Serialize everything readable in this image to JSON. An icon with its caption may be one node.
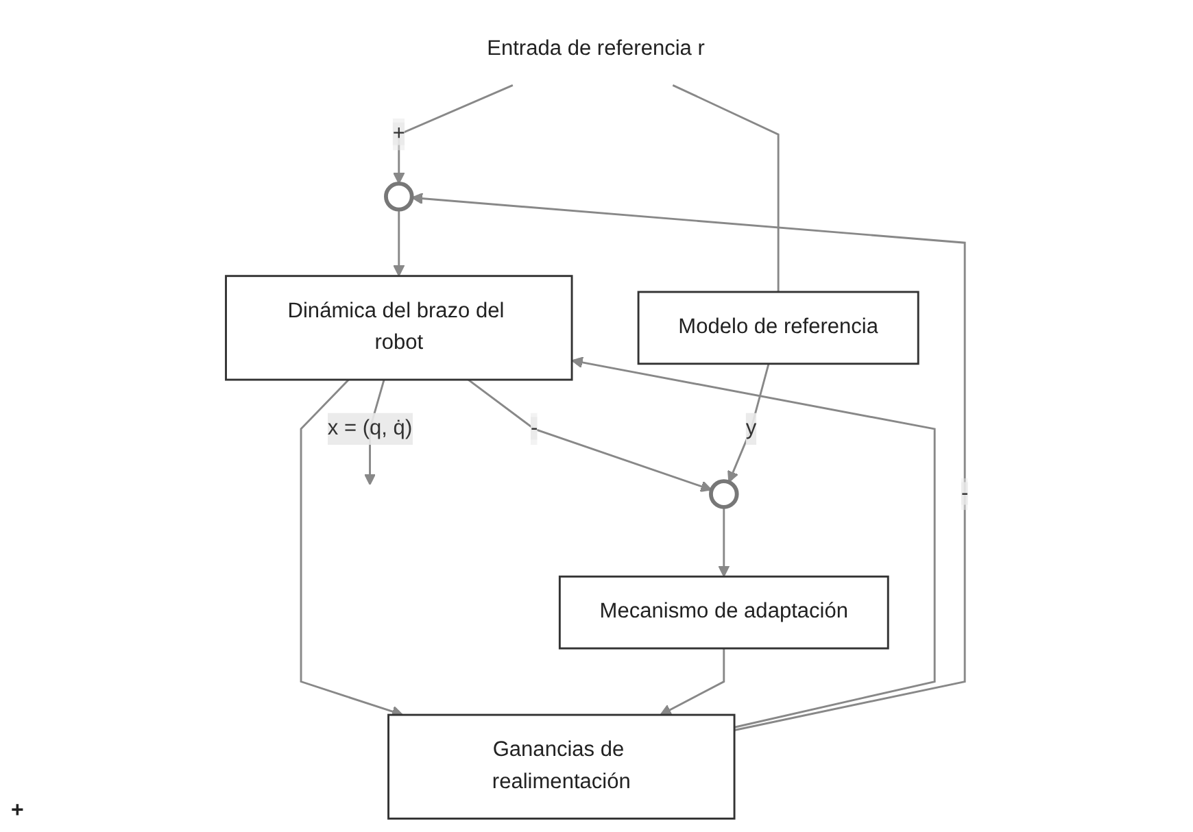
{
  "diagram": {
    "nodes": [
      {
        "text": [
          "Entrada de referencia r"
        ]
      },
      {
        "text": [],
        "shape": "circle"
      },
      {
        "text": [
          "Dinámica del brazo del robot"
        ]
      },
      {
        "text": [
          "Ganancias de realimentación"
        ]
      },
      {
        "text": [
          "Mecanismo de adaptación"
        ]
      },
      {
        "text": [
          "Modelo de referencia"
        ]
      },
      {
        "text": [],
        "shape": "circle"
      }
    ],
    "edges": [
      {
        "from": 0,
        "to": 1,
        "arrow": "to",
        "label": "+"
      },
      {
        "from": 0,
        "to": 5,
        "arrow": "none"
      },
      {
        "from": 1,
        "to": 2,
        "arrow": "to"
      },
      {
        "from": 2,
        "to": null,
        "arrow": "to",
        "label": "x = (q, q̇)"
      },
      {
        "from": 3,
        "to": 2,
        "arrow": "to"
      },
      {
        "from": 3,
        "to": 1,
        "arrow": "to",
        "label": "-"
      },
      {
        "from": 2,
        "to": 3,
        "arrow": "to"
      },
      {
        "from": 2,
        "to": 6,
        "arrow": "to",
        "label": "-"
      },
      {
        "from": 4,
        "to": 3,
        "arrow": "to"
      },
      {
        "from": 5,
        "to": 6,
        "arrow": "to",
        "label": "y"
      },
      {
        "from": 6,
        "to": 4,
        "arrow": "to"
      }
    ],
    "labels": [
      "+"
    ]
  }
}
